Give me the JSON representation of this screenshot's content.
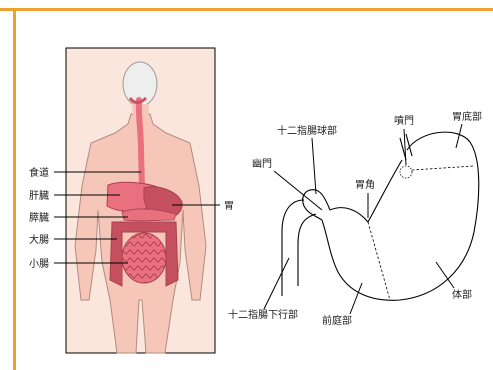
{
  "colors": {
    "frame_border": "#f0a030",
    "panel_bg": "#fae6dc",
    "skin": "#f6c7b9",
    "skin_stroke": "#b08c80",
    "organ": "#e8707f",
    "organ_dark": "#c5505f",
    "head": "#eeeeee"
  },
  "body_labels": {
    "esophagus": "食道",
    "liver": "肝臓",
    "pancreas": "膵臓",
    "large_intestine": "大腸",
    "small_intestine": "小腸",
    "stomach": "胃"
  },
  "stomach_labels": {
    "cardia": "噴門",
    "fundus": "胃底部",
    "duodenal_bulb": "十二指腸球部",
    "pylorus": "幽門",
    "angle": "胃角",
    "descending_duodenum": "十二指腸下行部",
    "antrum": "前庭部",
    "body": "体部"
  }
}
